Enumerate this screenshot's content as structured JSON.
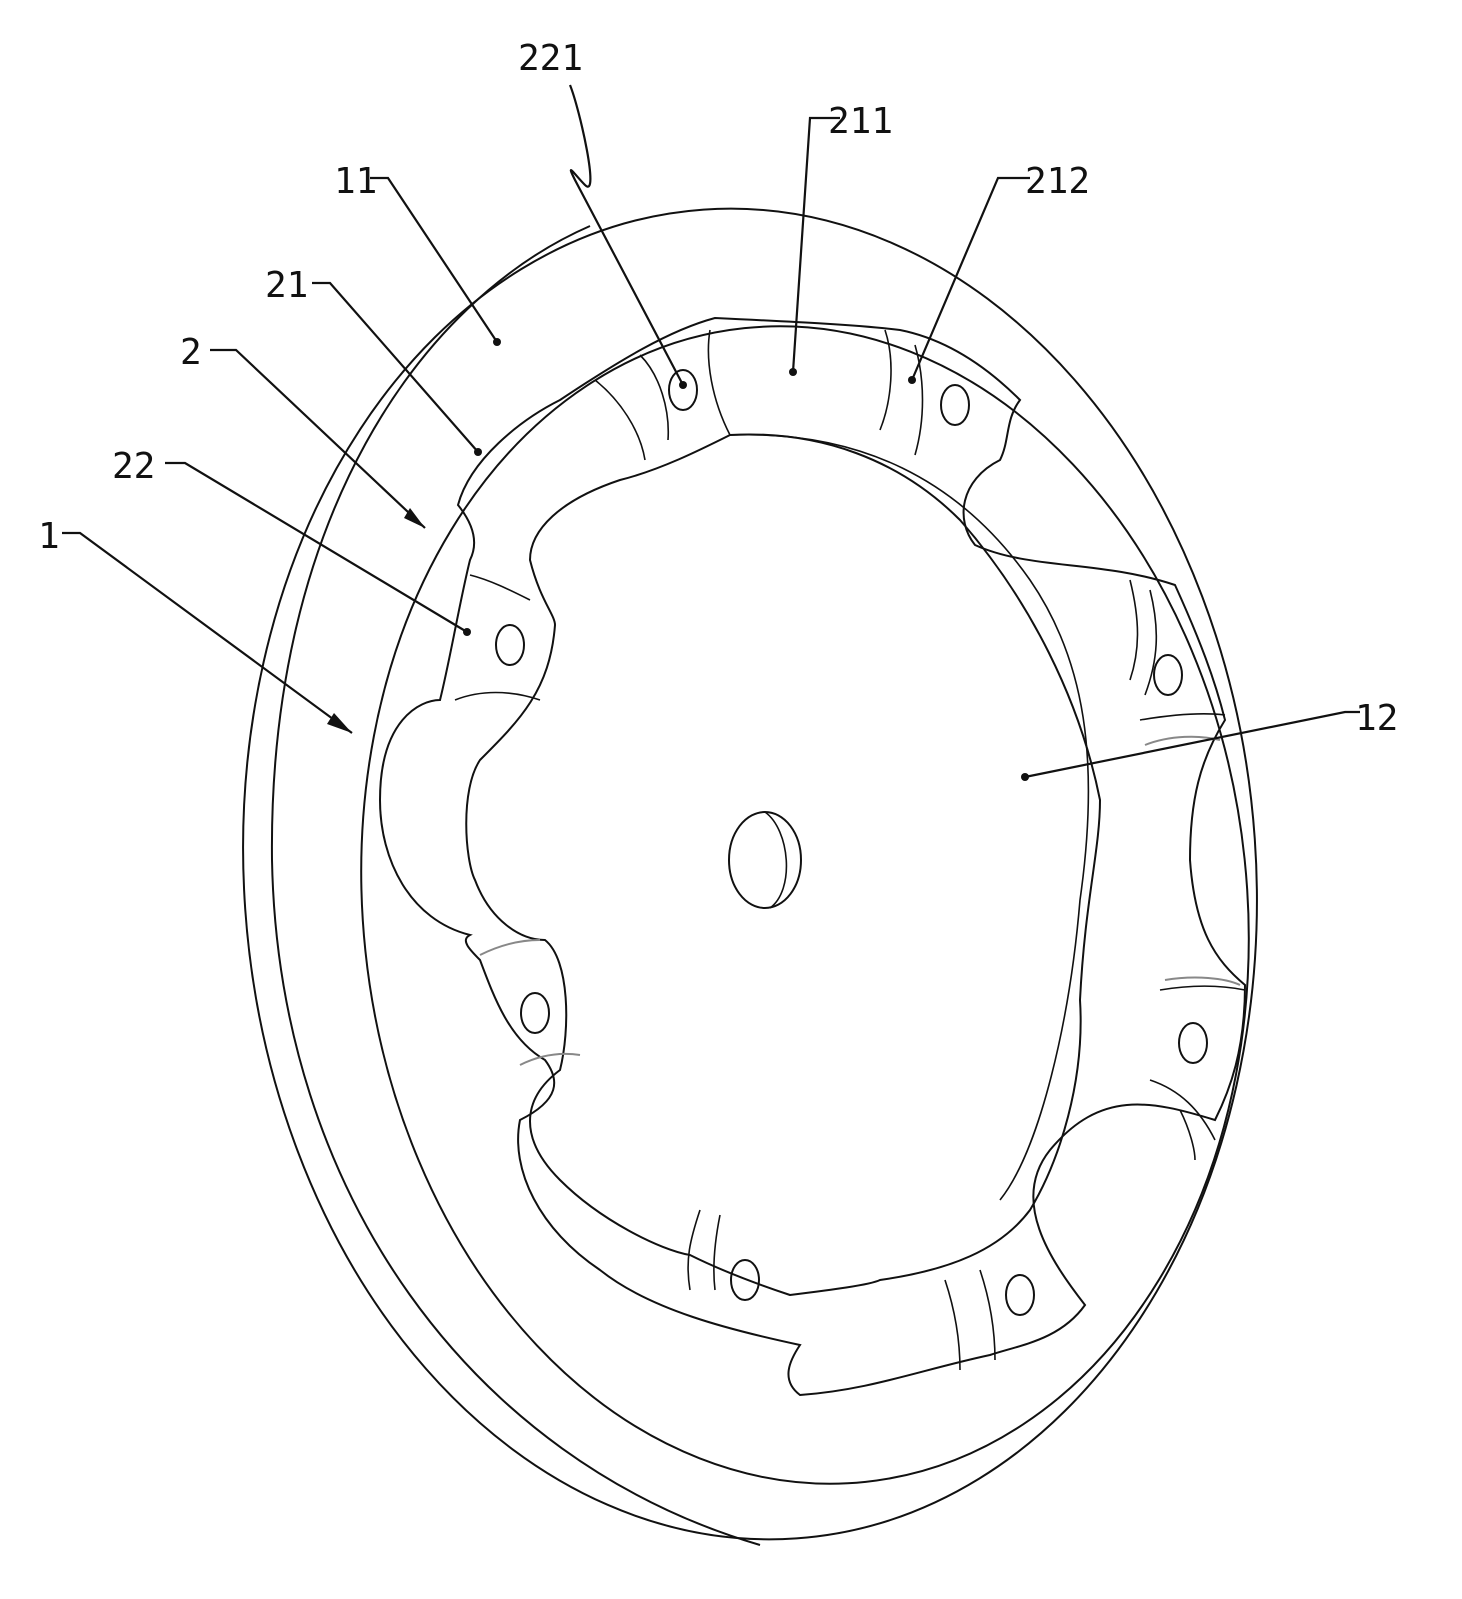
{
  "figure": {
    "labels": {
      "l221": "221",
      "l211": "211",
      "l212": "212",
      "l11": "11",
      "l21": "21",
      "l2": "2",
      "l22": "22",
      "l1": "1",
      "l12": "12"
    }
  }
}
